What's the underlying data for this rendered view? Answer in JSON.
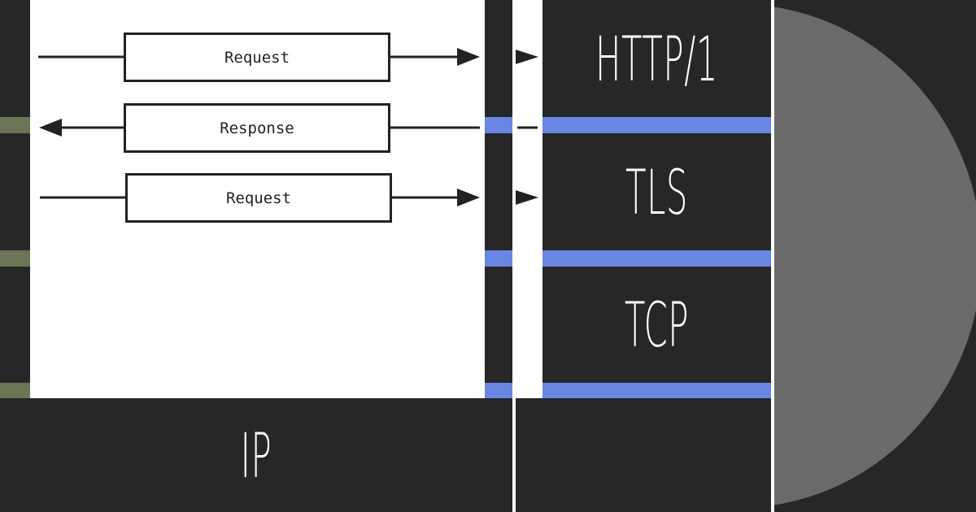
{
  "diagram": {
    "messages": [
      {
        "label": "Request",
        "direction": "right"
      },
      {
        "label": "Response",
        "direction": "left"
      },
      {
        "label": "Request",
        "direction": "right"
      }
    ],
    "layers": {
      "top": "HTTP/1",
      "middle": "TLS",
      "bottom": "TCP",
      "base": "IP"
    }
  },
  "colors": {
    "background_dark": "#272727",
    "accent_blue": "#6a86e3",
    "accent_green": "#6b7556",
    "circle_gray": "#6a6a6a"
  }
}
